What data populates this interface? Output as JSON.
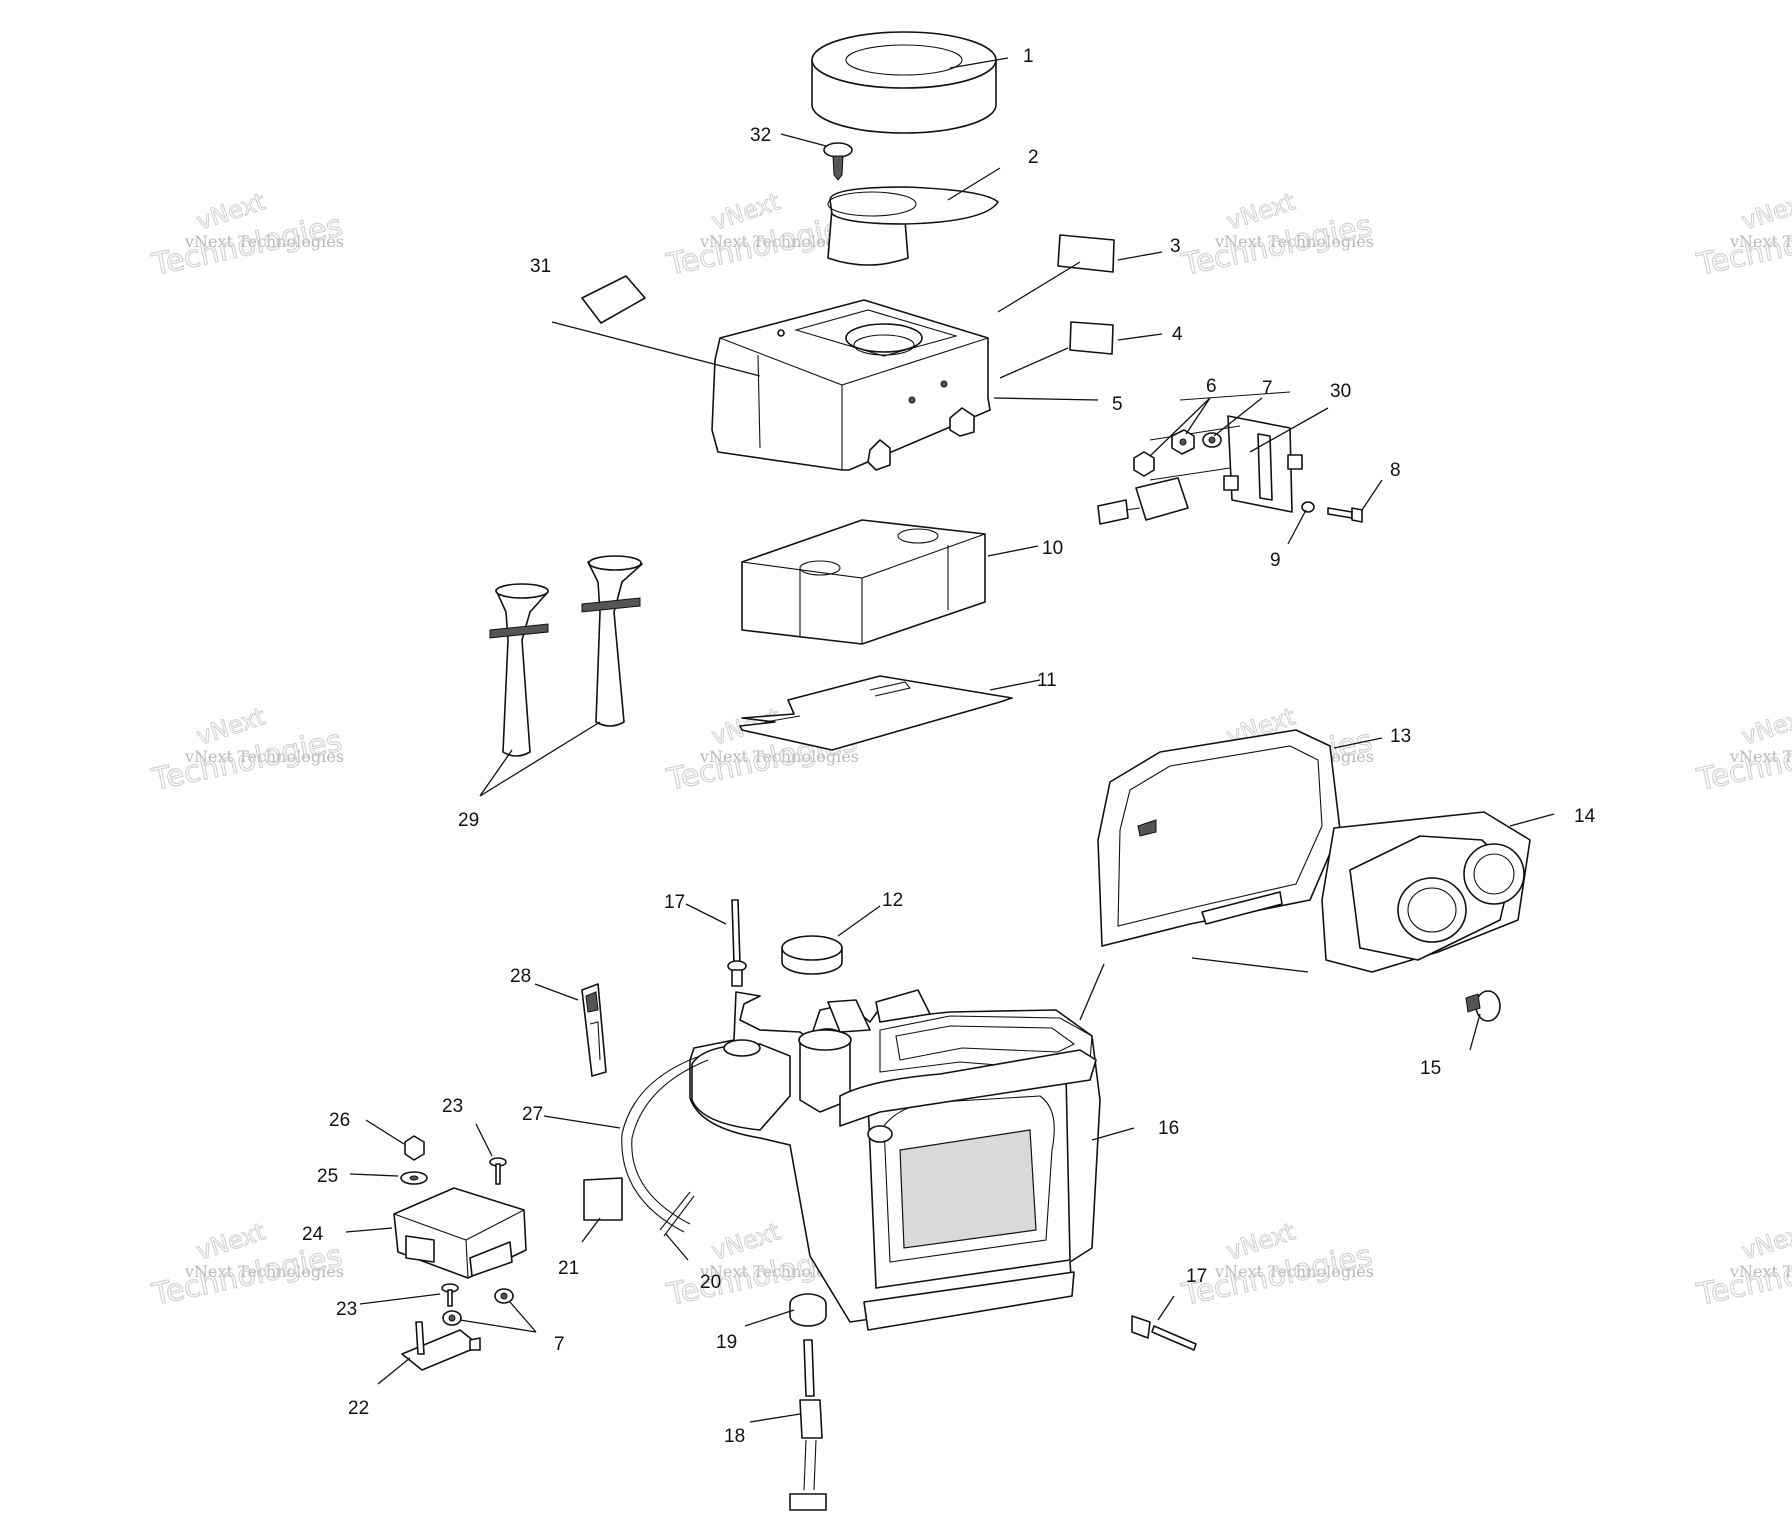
{
  "watermark": {
    "brand_top": "vNext",
    "brand_line": "vNext Technologies",
    "brand_big": "Technologies"
  },
  "callouts": [
    {
      "id": "1",
      "text": "1"
    },
    {
      "id": "2",
      "text": "2"
    },
    {
      "id": "3",
      "text": "3"
    },
    {
      "id": "4",
      "text": "4"
    },
    {
      "id": "5",
      "text": "5"
    },
    {
      "id": "6",
      "text": "6"
    },
    {
      "id": "7a",
      "text": "7"
    },
    {
      "id": "7b",
      "text": "7"
    },
    {
      "id": "8",
      "text": "8"
    },
    {
      "id": "9",
      "text": "9"
    },
    {
      "id": "10",
      "text": "10"
    },
    {
      "id": "11",
      "text": "11"
    },
    {
      "id": "12",
      "text": "12"
    },
    {
      "id": "13",
      "text": "13"
    },
    {
      "id": "14",
      "text": "14"
    },
    {
      "id": "15",
      "text": "15"
    },
    {
      "id": "16",
      "text": "16"
    },
    {
      "id": "17a",
      "text": "17"
    },
    {
      "id": "17b",
      "text": "17"
    },
    {
      "id": "18",
      "text": "18"
    },
    {
      "id": "19",
      "text": "19"
    },
    {
      "id": "20",
      "text": "20"
    },
    {
      "id": "21",
      "text": "21"
    },
    {
      "id": "22",
      "text": "22"
    },
    {
      "id": "23a",
      "text": "23"
    },
    {
      "id": "23b",
      "text": "23"
    },
    {
      "id": "24",
      "text": "24"
    },
    {
      "id": "25",
      "text": "25"
    },
    {
      "id": "26",
      "text": "26"
    },
    {
      "id": "27",
      "text": "27"
    },
    {
      "id": "28",
      "text": "28"
    },
    {
      "id": "29",
      "text": "29"
    },
    {
      "id": "30",
      "text": "30"
    },
    {
      "id": "31",
      "text": "31"
    },
    {
      "id": "32",
      "text": "32"
    }
  ]
}
